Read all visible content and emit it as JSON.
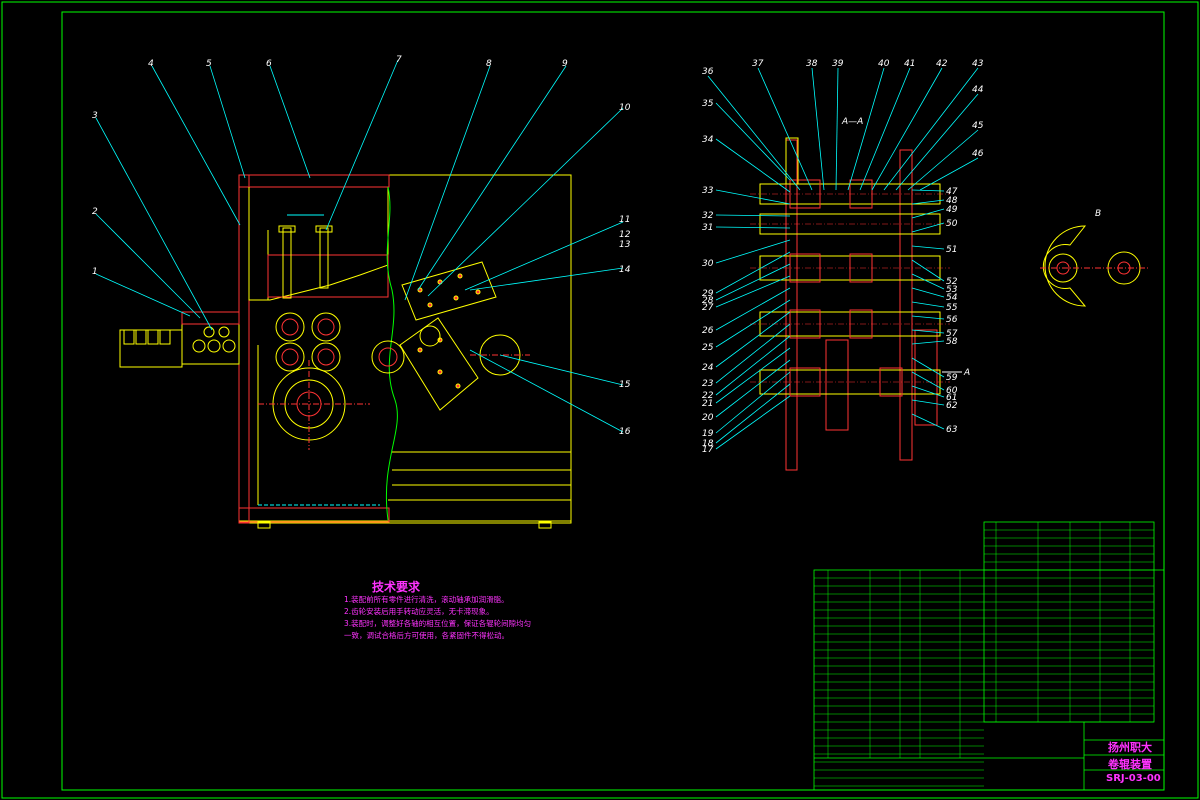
{
  "colors": {
    "background": "#000000",
    "frame": "#00ff00",
    "outline": "#ffff00",
    "leader": "#00ffff",
    "hatch": "#ff3333",
    "label": "#ffffff",
    "text": "#ff33ff",
    "center": "#ff3333"
  },
  "balloons_left": [
    "1",
    "2",
    "3",
    "4",
    "5",
    "6",
    "7",
    "8",
    "9",
    "10",
    "11",
    "12",
    "13",
    "14",
    "15",
    "16"
  ],
  "balloons_right_top": [
    "36",
    "37",
    "38",
    "39",
    "40",
    "41",
    "42",
    "43",
    "44",
    "45",
    "46"
  ],
  "balloons_right_left": [
    "35",
    "34",
    "33",
    "32",
    "31",
    "30",
    "29",
    "28",
    "27",
    "26",
    "25",
    "24",
    "23",
    "22",
    "21",
    "20",
    "19",
    "18",
    "17"
  ],
  "balloons_right_right": [
    "47",
    "48",
    "49",
    "50",
    "51",
    "52",
    "53",
    "54",
    "55",
    "56",
    "57",
    "58",
    "59",
    "60",
    "61",
    "62",
    "63"
  ],
  "view_mark": "B",
  "section_mark": "A",
  "arrow_mark": "A",
  "technical_requirements": {
    "title": "技术要求",
    "items": [
      "1.装配前所有零件进行清洗，滚动轴承加润滑脂。",
      "2.齿轮安装后用手转动应灵活，无卡滞现象。",
      "3.装配时，调整好各轴的相互位置，保证各辊轮间隙均匀一致，调试合格后方可使用，各紧固件不得松动。"
    ]
  },
  "title_block": {
    "school": "扬州职大",
    "drawing_name": "卷辊装置",
    "drawing_number": "SRJ-03-00"
  }
}
